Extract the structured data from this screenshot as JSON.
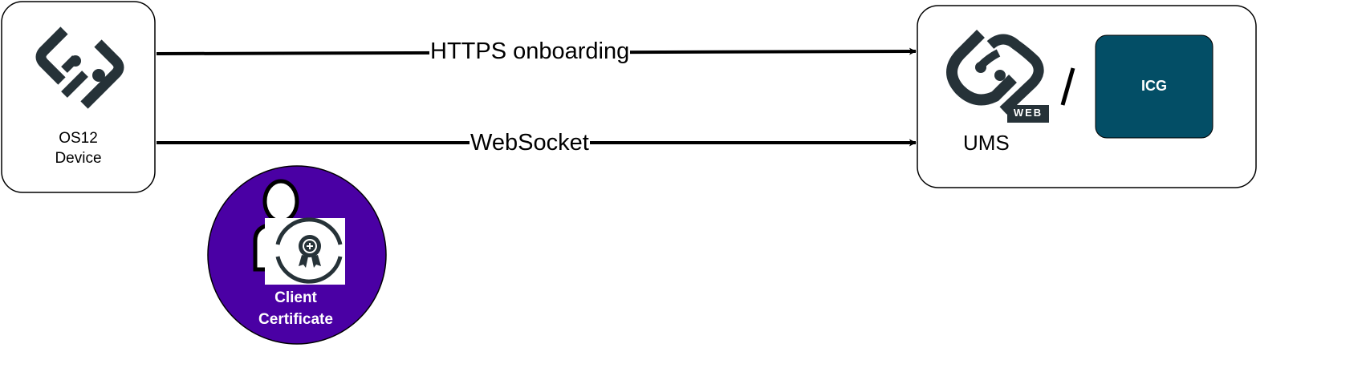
{
  "nodes": {
    "device": {
      "label_line1": "OS12",
      "label_line2": "Device"
    },
    "ums": {
      "label": "UMS",
      "logo_badge": "WEB",
      "separator": "/"
    },
    "icg": {
      "label": "ICG",
      "color": "#034e66"
    },
    "client_certificate": {
      "label_line1": "Client",
      "label_line2": "Certificate",
      "color": "#4a00a4"
    }
  },
  "edges": [
    {
      "label": "HTTPS onboarding",
      "from": "device",
      "to": "ums"
    },
    {
      "label": "WebSocket",
      "from": "device",
      "to": "ums"
    }
  ],
  "icon_color": "#263238"
}
